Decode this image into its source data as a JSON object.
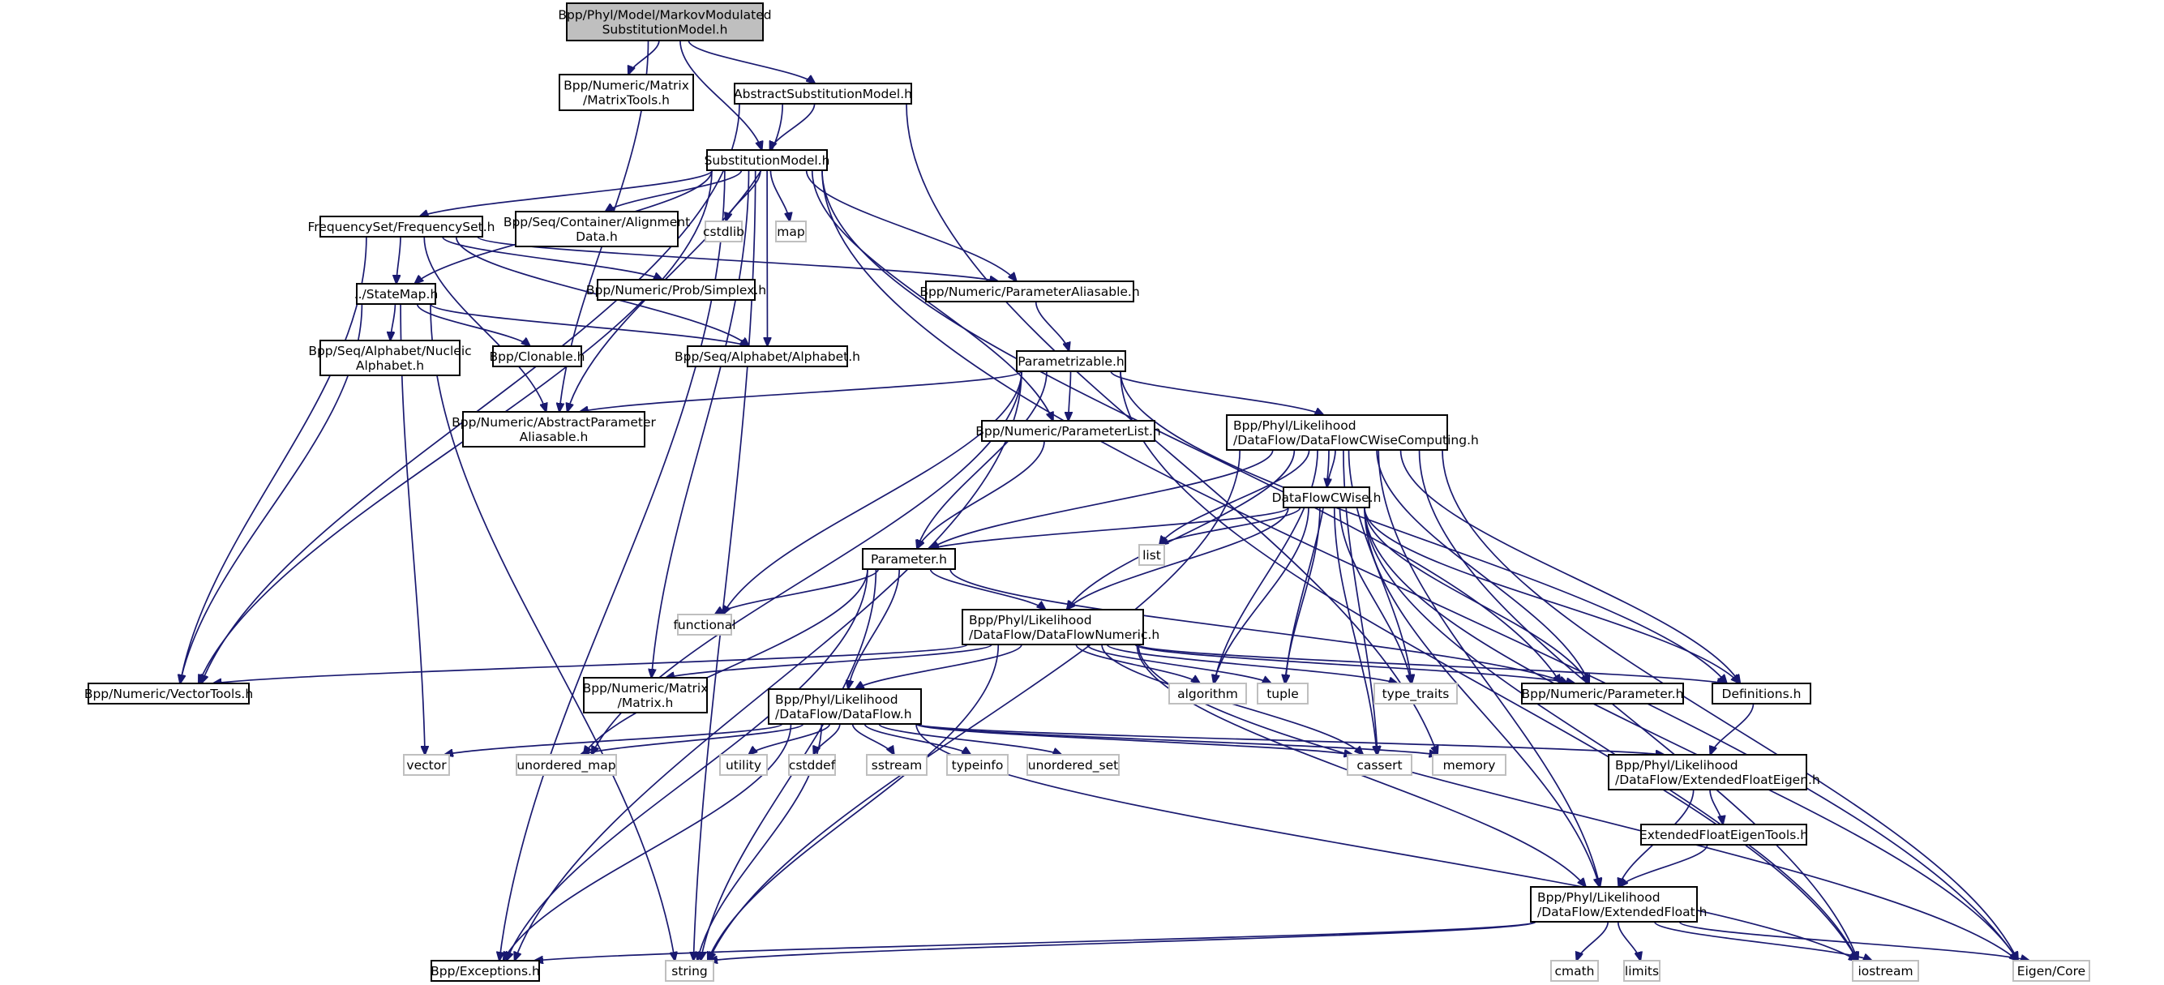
{
  "title": "Bpp/Phyl/Model/MarkovModulatedSubstitutionModel.h include dependency graph",
  "colors": {
    "edge": "#191970",
    "root_fill": "#bfbfbf",
    "local_border": "#000000",
    "system_border": "#bfbfbf"
  },
  "nodes": [
    {
      "id": "root",
      "kind": "root",
      "lines": [
        "Bpp/Phyl/Model/MarkovModulated",
        "SubstitutionModel.h"
      ]
    },
    {
      "id": "matrixtools",
      "kind": "local",
      "lines": [
        "Bpp/Numeric/Matrix",
        "/MatrixTools.h"
      ]
    },
    {
      "id": "abstractsubst",
      "kind": "local",
      "lines": [
        "AbstractSubstitutionModel.h"
      ]
    },
    {
      "id": "substmodel",
      "kind": "local",
      "lines": [
        "SubstitutionModel.h"
      ]
    },
    {
      "id": "freqset",
      "kind": "local",
      "lines": [
        "FrequencySet/FrequencySet.h"
      ]
    },
    {
      "id": "alignmentdata",
      "kind": "local",
      "lines": [
        "Bpp/Seq/Container/Alignment",
        "Data.h"
      ]
    },
    {
      "id": "cstdlib",
      "kind": "system",
      "lines": [
        "cstdlib"
      ]
    },
    {
      "id": "map",
      "kind": "system",
      "lines": [
        "map"
      ]
    },
    {
      "id": "statemap",
      "kind": "local",
      "lines": [
        "../StateMap.h"
      ]
    },
    {
      "id": "simplex",
      "kind": "local",
      "lines": [
        "Bpp/Numeric/Prob/Simplex.h"
      ]
    },
    {
      "id": "paramaliasable",
      "kind": "local",
      "lines": [
        "Bpp/Numeric/ParameterAliasable.h"
      ]
    },
    {
      "id": "nucleicalphabet",
      "kind": "local",
      "lines": [
        "Bpp/Seq/Alphabet/Nucleic",
        "Alphabet.h"
      ]
    },
    {
      "id": "clonable",
      "kind": "local",
      "lines": [
        "Bpp/Clonable.h"
      ]
    },
    {
      "id": "alphabet",
      "kind": "local",
      "lines": [
        "Bpp/Seq/Alphabet/Alphabet.h"
      ]
    },
    {
      "id": "parametrizable",
      "kind": "local",
      "lines": [
        "Parametrizable.h"
      ]
    },
    {
      "id": "abstractparamaliasable",
      "kind": "local",
      "lines": [
        "Bpp/Numeric/AbstractParameter",
        "Aliasable.h"
      ]
    },
    {
      "id": "paramlist",
      "kind": "local",
      "lines": [
        "Bpp/Numeric/ParameterList.h"
      ]
    },
    {
      "id": "dfcwisecomputing",
      "kind": "local",
      "lines": [
        "Bpp/Phyl/Likelihood",
        "/DataFlow/DataFlowCWiseComputing.h"
      ]
    },
    {
      "id": "dfcwise",
      "kind": "local",
      "lines": [
        "DataFlowCWise.h"
      ]
    },
    {
      "id": "list",
      "kind": "system",
      "lines": [
        "list"
      ]
    },
    {
      "id": "parameter",
      "kind": "local",
      "lines": [
        "Parameter.h"
      ]
    },
    {
      "id": "functional",
      "kind": "system",
      "lines": [
        "functional"
      ]
    },
    {
      "id": "dfnumeric",
      "kind": "local",
      "lines": [
        "Bpp/Phyl/Likelihood",
        "/DataFlow/DataFlowNumeric.h"
      ]
    },
    {
      "id": "vectortools",
      "kind": "local",
      "lines": [
        "Bpp/Numeric/VectorTools.h"
      ]
    },
    {
      "id": "matrix",
      "kind": "local",
      "lines": [
        "Bpp/Numeric/Matrix",
        "/Matrix.h"
      ]
    },
    {
      "id": "dataflow",
      "kind": "local",
      "lines": [
        "Bpp/Phyl/Likelihood",
        "/DataFlow/DataFlow.h"
      ]
    },
    {
      "id": "algorithm",
      "kind": "system",
      "lines": [
        "algorithm"
      ]
    },
    {
      "id": "tuple",
      "kind": "system",
      "lines": [
        "tuple"
      ]
    },
    {
      "id": "type_traits",
      "kind": "system",
      "lines": [
        "type_traits"
      ]
    },
    {
      "id": "numparameter",
      "kind": "local",
      "lines": [
        "Bpp/Numeric/Parameter.h"
      ]
    },
    {
      "id": "definitions",
      "kind": "local",
      "lines": [
        "Definitions.h"
      ]
    },
    {
      "id": "vector",
      "kind": "system",
      "lines": [
        "vector"
      ]
    },
    {
      "id": "unordered_map",
      "kind": "system",
      "lines": [
        "unordered_map"
      ]
    },
    {
      "id": "utility",
      "kind": "system",
      "lines": [
        "utility"
      ]
    },
    {
      "id": "cstddef",
      "kind": "system",
      "lines": [
        "cstddef"
      ]
    },
    {
      "id": "sstream",
      "kind": "system",
      "lines": [
        "sstream"
      ]
    },
    {
      "id": "typeinfo",
      "kind": "system",
      "lines": [
        "typeinfo"
      ]
    },
    {
      "id": "unordered_set",
      "kind": "system",
      "lines": [
        "unordered_set"
      ]
    },
    {
      "id": "cassert",
      "kind": "system",
      "lines": [
        "cassert"
      ]
    },
    {
      "id": "memory",
      "kind": "system",
      "lines": [
        "memory"
      ]
    },
    {
      "id": "extfloateigen",
      "kind": "local",
      "lines": [
        "Bpp/Phyl/Likelihood",
        "/DataFlow/ExtendedFloatEigen.h"
      ]
    },
    {
      "id": "extfloateigentools",
      "kind": "local",
      "lines": [
        "ExtendedFloatEigenTools.h"
      ]
    },
    {
      "id": "extfloat",
      "kind": "local",
      "lines": [
        "Bpp/Phyl/Likelihood",
        "/DataFlow/ExtendedFloat.h"
      ]
    },
    {
      "id": "exceptions",
      "kind": "local",
      "lines": [
        "Bpp/Exceptions.h"
      ]
    },
    {
      "id": "string",
      "kind": "system",
      "lines": [
        "string"
      ]
    },
    {
      "id": "cmath",
      "kind": "system",
      "lines": [
        "cmath"
      ]
    },
    {
      "id": "limits",
      "kind": "system",
      "lines": [
        "limits"
      ]
    },
    {
      "id": "iostream",
      "kind": "system",
      "lines": [
        "iostream"
      ]
    },
    {
      "id": "eigencore",
      "kind": "system",
      "lines": [
        "Eigen/Core"
      ]
    }
  ],
  "edges": [
    [
      "root",
      "matrixtools"
    ],
    [
      "root",
      "abstractsubst"
    ],
    [
      "root",
      "substmodel"
    ],
    [
      "root",
      "abstractparamaliasable"
    ],
    [
      "abstractsubst",
      "substmodel"
    ],
    [
      "abstractsubst",
      "vectortools"
    ],
    [
      "abstractsubst",
      "abstractparamaliasable"
    ],
    [
      "abstractsubst",
      "memory"
    ],
    [
      "substmodel",
      "freqset"
    ],
    [
      "substmodel",
      "alignmentdata"
    ],
    [
      "substmodel",
      "cstdlib"
    ],
    [
      "substmodel",
      "map"
    ],
    [
      "substmodel",
      "statemap"
    ],
    [
      "substmodel",
      "paramaliasable"
    ],
    [
      "substmodel",
      "alphabet"
    ],
    [
      "substmodel",
      "paramlist"
    ],
    [
      "substmodel",
      "matrix"
    ],
    [
      "substmodel",
      "numparameter"
    ],
    [
      "substmodel",
      "vectortools"
    ],
    [
      "substmodel",
      "exceptions"
    ],
    [
      "substmodel",
      "string"
    ],
    [
      "substmodel",
      "eigencore"
    ],
    [
      "freqset",
      "statemap"
    ],
    [
      "freqset",
      "simplex"
    ],
    [
      "freqset",
      "paramaliasable"
    ],
    [
      "freqset",
      "alphabet"
    ],
    [
      "freqset",
      "abstractparamaliasable"
    ],
    [
      "freqset",
      "vectortools"
    ],
    [
      "statemap",
      "nucleicalphabet"
    ],
    [
      "statemap",
      "clonable"
    ],
    [
      "statemap",
      "alphabet"
    ],
    [
      "statemap",
      "vector"
    ],
    [
      "statemap",
      "string"
    ],
    [
      "statemap",
      "vectortools"
    ],
    [
      "paramaliasable",
      "parametrizable"
    ],
    [
      "parametrizable",
      "paramlist"
    ],
    [
      "parametrizable",
      "dfcwisecomputing"
    ],
    [
      "parametrizable",
      "abstractparamaliasable"
    ],
    [
      "parametrizable",
      "parameter"
    ],
    [
      "parametrizable",
      "functional"
    ],
    [
      "parametrizable",
      "exceptions"
    ],
    [
      "parametrizable",
      "unordered_map"
    ],
    [
      "parametrizable",
      "definitions"
    ],
    [
      "parametrizable",
      "iostream"
    ],
    [
      "paramlist",
      "parameter"
    ],
    [
      "dfcwisecomputing",
      "dfcwise"
    ],
    [
      "dfcwisecomputing",
      "parameter"
    ],
    [
      "dfcwisecomputing",
      "list"
    ],
    [
      "dfcwisecomputing",
      "dfnumeric"
    ],
    [
      "dfcwisecomputing",
      "algorithm"
    ],
    [
      "dfcwisecomputing",
      "tuple"
    ],
    [
      "dfcwisecomputing",
      "type_traits"
    ],
    [
      "dfcwisecomputing",
      "numparameter"
    ],
    [
      "dfcwisecomputing",
      "definitions"
    ],
    [
      "dfcwisecomputing",
      "cassert"
    ],
    [
      "dfcwisecomputing",
      "extfloat"
    ],
    [
      "dfcwisecomputing",
      "iostream"
    ],
    [
      "dfcwisecomputing",
      "eigencore"
    ],
    [
      "dfcwisecomputing",
      "string"
    ],
    [
      "dfcwise",
      "parameter"
    ],
    [
      "dfcwise",
      "list"
    ],
    [
      "dfcwise",
      "dfnumeric"
    ],
    [
      "dfcwise",
      "algorithm"
    ],
    [
      "dfcwise",
      "tuple"
    ],
    [
      "dfcwise",
      "type_traits"
    ],
    [
      "dfcwise",
      "numparameter"
    ],
    [
      "dfcwise",
      "definitions"
    ],
    [
      "dfcwise",
      "cassert"
    ],
    [
      "dfcwise",
      "extfloat"
    ],
    [
      "dfcwise",
      "iostream"
    ],
    [
      "dfcwise",
      "eigencore"
    ],
    [
      "parameter",
      "functional"
    ],
    [
      "parameter",
      "dfnumeric"
    ],
    [
      "parameter",
      "dataflow"
    ],
    [
      "parameter",
      "numparameter"
    ],
    [
      "parameter",
      "exceptions"
    ],
    [
      "parameter",
      "string"
    ],
    [
      "parameter",
      "unordered_map"
    ],
    [
      "dfnumeric",
      "vectortools"
    ],
    [
      "dfnumeric",
      "matrix"
    ],
    [
      "dfnumeric",
      "dataflow"
    ],
    [
      "dfnumeric",
      "algorithm"
    ],
    [
      "dfnumeric",
      "tuple"
    ],
    [
      "dfnumeric",
      "type_traits"
    ],
    [
      "dfnumeric",
      "numparameter"
    ],
    [
      "dfnumeric",
      "definitions"
    ],
    [
      "dfnumeric",
      "cassert"
    ],
    [
      "dfnumeric",
      "extfloat"
    ],
    [
      "dfnumeric",
      "eigencore"
    ],
    [
      "dfnumeric",
      "string"
    ],
    [
      "dataflow",
      "vector"
    ],
    [
      "dataflow",
      "unordered_map"
    ],
    [
      "dataflow",
      "utility"
    ],
    [
      "dataflow",
      "cstddef"
    ],
    [
      "dataflow",
      "sstream"
    ],
    [
      "dataflow",
      "typeinfo"
    ],
    [
      "dataflow",
      "unordered_set"
    ],
    [
      "dataflow",
      "cassert"
    ],
    [
      "dataflow",
      "memory"
    ],
    [
      "dataflow",
      "extfloateigen"
    ],
    [
      "dataflow",
      "exceptions"
    ],
    [
      "dataflow",
      "string"
    ],
    [
      "dataflow",
      "iostream"
    ],
    [
      "definitions",
      "extfloateigen"
    ],
    [
      "extfloateigen",
      "extfloateigentools"
    ],
    [
      "extfloateigen",
      "extfloat"
    ],
    [
      "extfloateigentools",
      "extfloat"
    ],
    [
      "extfloat",
      "cmath"
    ],
    [
      "extfloat",
      "limits"
    ],
    [
      "extfloat",
      "iostream"
    ],
    [
      "extfloat",
      "eigencore"
    ],
    [
      "extfloat",
      "exceptions"
    ],
    [
      "extfloat",
      "string"
    ]
  ]
}
